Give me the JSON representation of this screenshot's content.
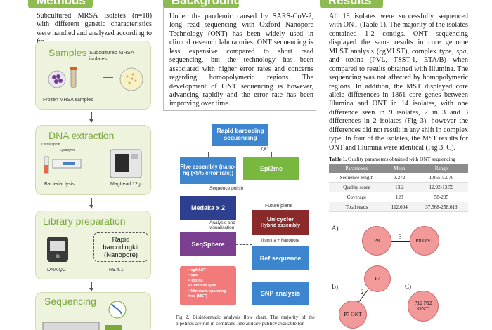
{
  "headers": {
    "methods": "Methods",
    "background": "Background",
    "results": "Results"
  },
  "methods": {
    "intro": "Subcultured MRSA isolates (n=18) with different genetic characteristics were handled and analyzed according to fig 1.",
    "samples": {
      "title": "Samples",
      "subtitle": "Subcultured MRSA isolates",
      "caption": "Frozen MRSA samples"
    },
    "dna": {
      "title": "DNA extraction",
      "lysozyme1": "Lysostaphin",
      "lysozyme2": "Lysozyme",
      "lysis": "Bacterial lysis",
      "instrument": "MagLead 12gc"
    },
    "library": {
      "title": "Library preparation",
      "kit": "Rapid barcodingkit (Nanopore)",
      "qc": "DNA QC",
      "version": "R9.4.1"
    },
    "sequencing": {
      "title": "Sequencing"
    }
  },
  "background": {
    "text": "Under the pandemic caused by SARS-CoV-2, long read sequencing with Oxford Nanopore Technology (ONT) has been widely used in clinical research laboratories. ONT sequencing is less expensive compared to short read sequencing, but the technology has been associated with higher error rates and concerns regarding homopolymeric regions. The development of ONT sequencing is however, advancing rapidly and the error rate has been improving over time."
  },
  "flow": {
    "rapid": "Rapid barcoding sequencing",
    "qc": "QC",
    "flye": "Flye assembly (nano-hq (<5% error rate))",
    "epi2me": "Epi2me",
    "polish": "Sequence polish",
    "medaka": "Medaka x 2",
    "future": "Future plans",
    "unicycler": "Unicycler",
    "unicycler_sub": "Hybrid assembly",
    "analysis": "Analysis and visualisation",
    "seqsphere": "SeqSphere",
    "illumina": "Illumina + Nanopore",
    "ref": "Ref sequence",
    "snp": "SNP analysis",
    "outputs": [
      "cgMLST",
      "spa",
      "Toxins",
      "Complex type",
      "Minimum spanning tree (MST)"
    ],
    "caption": "Fig 2. Bioinformatic analysis flow chart. The majority of the pipelines are run in command line and are publicy available for"
  },
  "results": {
    "text_a": "All 18 isolates were successfully sequenced with ONT (Table 1). The majority of the isolates contained 1-2 contigs. ONT sequencing displayed the same results in core genome MLST analysis (cgMLST), complex type, ",
    "spa": "spa",
    "text_b": ", and toxins (PVL, TSST-1, ETA/B) when compared to results obtained with Illumina. The sequencing was not affected by homopolymeric regions. In addition, the MST displayed core allele differences in 1861 core genes between Illumina and ONT in 14 isolates, with one difference seen in 9 isolates, 2 in 3 and 3 differences in 2 isolates (Fig 3), however the differences did not result in any shift in complex type. In four of the isolates, the MST results for ONT and Illumina were identical (Fig 3, C).",
    "table_caption_bold": "Table 1.",
    "table_caption": " Quality parameters obtained with ONT sequencing",
    "table": {
      "headers": [
        "Parameters",
        "Mean",
        "Range"
      ],
      "rows": [
        [
          "Sequence length",
          "3.272",
          "1.955-5.070"
        ],
        [
          "Quality score",
          "13.2",
          "12.92-13.59"
        ],
        [
          "Coverage",
          "123",
          "58-295"
        ],
        [
          "Total reads",
          "112.604",
          "37.568-258.613"
        ]
      ]
    },
    "mst": {
      "a_label": "A)",
      "a_left": "P8",
      "a_right": "P8 ONT",
      "a_edge": "3",
      "b_label": "B)",
      "b_top": "P7",
      "b_bottom": "P7 ONT",
      "b_edge": "2",
      "c_label": "C)",
      "c_node": "P12 P12 ONT"
    }
  },
  "colors": {
    "green": "#8dbb4f",
    "blue": "#3d86cf",
    "navy": "#2e3f8f",
    "lightgreen": "#79b83f",
    "purple": "#7b3f8f",
    "darkred": "#8b2a2a",
    "pink": "#f29a9a"
  }
}
